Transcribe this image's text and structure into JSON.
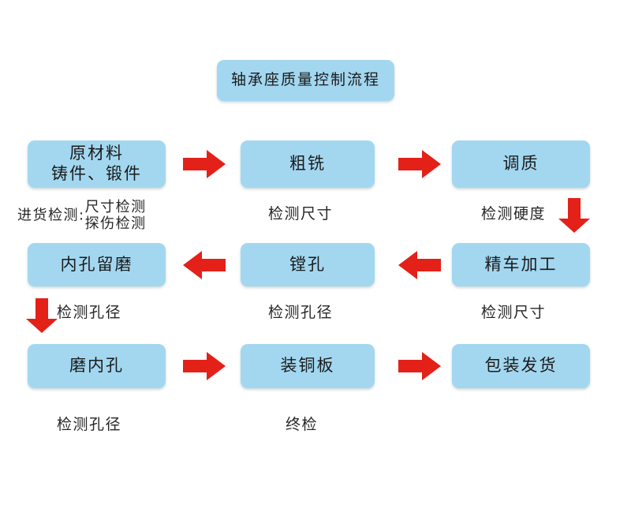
{
  "diagram": {
    "title_box": {
      "label": "轴承座质量控制流程"
    },
    "colors": {
      "box_fill": "#a3d7f0",
      "arrow_red": "#e32119",
      "text": "#1a1a1a",
      "background": "#ffffff"
    },
    "rows": [
      {
        "row_id": "row-1",
        "direction": "left-to-right",
        "boxes": [
          {
            "id": "raw-material",
            "line1": "原材料",
            "line2": "铸件、锻件"
          },
          {
            "id": "rough-milling",
            "line1": "粗铣"
          },
          {
            "id": "quenching-tempering",
            "line1": "调质"
          }
        ],
        "captions": [
          {
            "id": "incoming-inspection",
            "prefix": "进货检测:",
            "line1": "尺寸检测",
            "line2": "探伤检测"
          },
          {
            "id": "check-dimension-1",
            "text": "检测尺寸"
          },
          {
            "id": "check-hardness",
            "text": "检测硬度"
          }
        ]
      },
      {
        "row_id": "row-2",
        "direction": "right-to-left",
        "boxes": [
          {
            "id": "inner-hole-reserve-grinding",
            "line1": "内孔留磨"
          },
          {
            "id": "boring",
            "line1": "镗孔"
          },
          {
            "id": "finish-turning",
            "line1": "精车加工"
          }
        ],
        "captions": [
          {
            "id": "check-bore-1",
            "text": "检测孔径"
          },
          {
            "id": "check-bore-2",
            "text": "检测孔径"
          },
          {
            "id": "check-dimension-2",
            "text": "检测尺寸"
          }
        ]
      },
      {
        "row_id": "row-3",
        "direction": "left-to-right",
        "boxes": [
          {
            "id": "grind-inner-hole",
            "line1": "磨内孔"
          },
          {
            "id": "install-copper-plate",
            "line1": "装铜板"
          },
          {
            "id": "packing-shipment",
            "line1": "包装发货"
          }
        ],
        "captions": [
          {
            "id": "check-bore-3",
            "text": "检测孔径"
          },
          {
            "id": "final-inspection",
            "text": "终检"
          }
        ]
      }
    ]
  }
}
